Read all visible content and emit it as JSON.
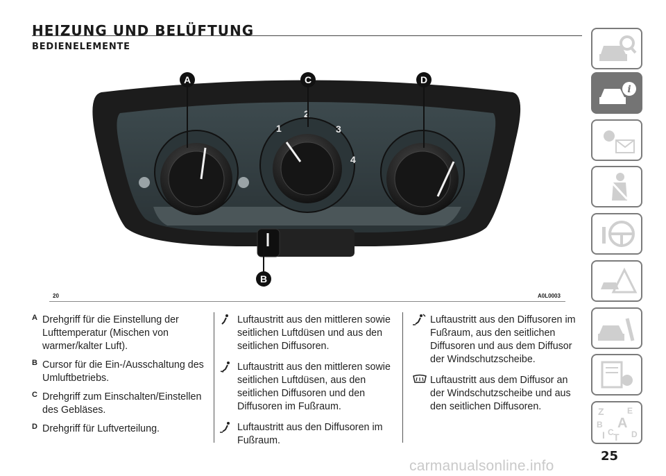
{
  "header": {
    "title": "HEIZUNG UND BELÜFTUNG",
    "subtitle": "BEDIENELEMENTE"
  },
  "figure": {
    "callouts": [
      "A",
      "C",
      "D",
      "B"
    ],
    "page_ref": "20",
    "image_code": "A0L0003",
    "knob_a_numbers": [],
    "knob_c_numbers": [
      "1",
      "2",
      "3",
      "4"
    ]
  },
  "legend": [
    {
      "letter": "A",
      "text": "Drehgriff für die Einstellung der Lufttemperatur (Mischen von warmer/kalter Luft)."
    },
    {
      "letter": "B",
      "text": "Cursor für die Ein-/Ausschaltung des Umluftbetriebs."
    },
    {
      "letter": "C",
      "text": "Drehgriff zum Einschalten/Einstellen des Gebläses."
    },
    {
      "letter": "D",
      "text": "Drehgriff für Luftverteilung."
    }
  ],
  "modes_col2": [
    {
      "icon": "face-vent-icon",
      "text": "Luftaustritt aus den mittleren sowie seitlichen Luftdüsen und aus den seitlichen Diffusoren."
    },
    {
      "icon": "face-feet-vent-icon",
      "text": "Luftaustritt aus den mittleren sowie seitlichen Luftdüsen, aus den seitlichen Diffusoren und den Diffusoren im Fußraum."
    },
    {
      "icon": "feet-vent-icon",
      "text": "Luftaustritt aus den Diffusoren im Fußraum."
    }
  ],
  "modes_col3": [
    {
      "icon": "feet-windscreen-vent-icon",
      "text": "Luftaustritt aus den Diffusoren im Fußraum, aus den seitlichen Diffusoren und aus dem Diffusor der Windschutzscheibe."
    },
    {
      "icon": "windscreen-defrost-icon",
      "text": "Luftaustritt aus dem Diffusor an der Windschutzscheibe und aus den seitlichen Diffusoren."
    }
  ],
  "side_tabs": [
    {
      "name": "tab-dashboard-knowledge",
      "icon": "car-search-icon"
    },
    {
      "name": "tab-car-info",
      "icon": "car-info-icon"
    },
    {
      "name": "tab-warning-lights",
      "icon": "light-message-icon"
    },
    {
      "name": "tab-safety",
      "icon": "seatbelt-person-icon"
    },
    {
      "name": "tab-starting-driving",
      "icon": "steering-wheel-icon"
    },
    {
      "name": "tab-emergency",
      "icon": "warning-triangle-icon"
    },
    {
      "name": "tab-maintenance",
      "icon": "car-wrench-icon"
    },
    {
      "name": "tab-technical-data",
      "icon": "document-gear-icon"
    },
    {
      "name": "tab-index",
      "icon": "index-letters-icon"
    }
  ],
  "index_tab_letters": [
    "Z",
    "E",
    "B",
    "A",
    "I",
    "C",
    "T",
    "D"
  ],
  "page_number": "25",
  "watermark": "carmanualsonline.info"
}
